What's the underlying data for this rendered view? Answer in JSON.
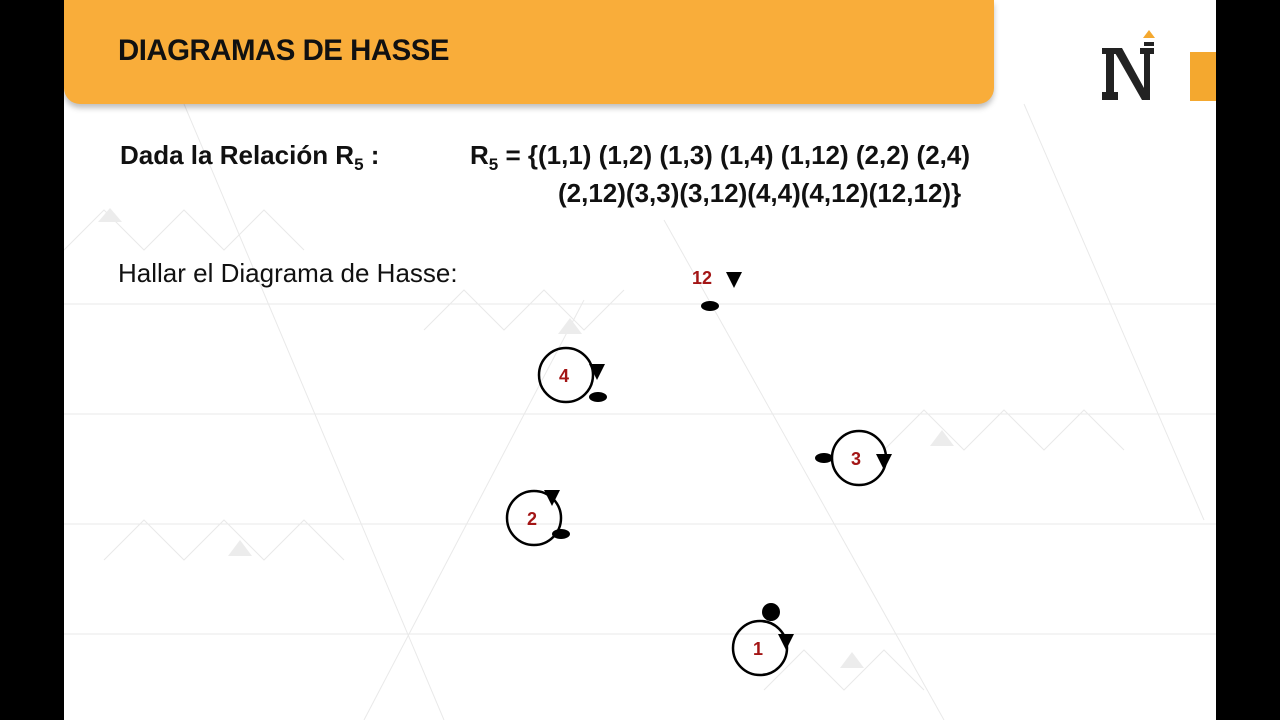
{
  "title": "DIAGRAMAS DE HASSE",
  "relation": {
    "label_prefix": "Dada la Relación R",
    "label_sub": "5",
    "label_suffix": " :",
    "set_prefix": "R",
    "set_sub": "5",
    "set_line1": " = {(1,1) (1,2) (1,3) (1,4) (1,12) (2,2) (2,4)",
    "set_line2": "(2,12)(3,3)(3,12)(4,4)(4,12)(12,12)}"
  },
  "instruction": "Hallar el Diagrama de Hasse:",
  "nodes": {
    "n12": "12",
    "n4": "4",
    "n3": "3",
    "n2": "2",
    "n1": "1"
  },
  "colors": {
    "banner": "#f9ad3a",
    "node_label": "#a31515",
    "logo_accent": "#f4a82f"
  },
  "icons": {
    "logo": "n-logo-icon"
  }
}
